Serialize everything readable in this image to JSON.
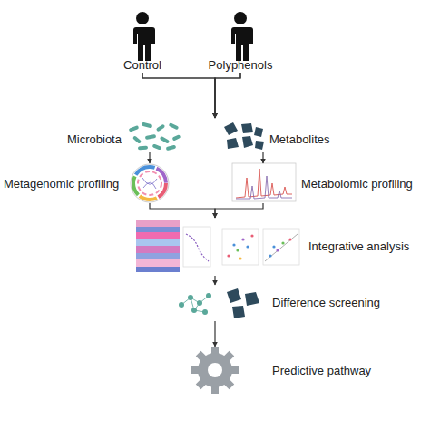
{
  "diagram": {
    "nodes": [
      {
        "text": [
          "Control"
        ]
      },
      {
        "text": [
          "Polyphenols"
        ]
      },
      {
        "text": [
          "Microbiota"
        ]
      },
      {
        "text": [
          "Metabolites"
        ]
      },
      {
        "text": [
          "Metagenomic profiling"
        ]
      },
      {
        "text": [
          "Metabolomic profiling"
        ]
      },
      {
        "text": [
          "Integrative analysis"
        ]
      },
      {
        "text": [
          "Difference screening"
        ]
      },
      {
        "text": [
          "Predictive pathway"
        ]
      }
    ],
    "edges": [
      {
        "from": 0,
        "to": 2,
        "arrow": "to"
      },
      {
        "from": 0,
        "to": 3,
        "arrow": "to"
      },
      {
        "from": 1,
        "to": 2,
        "arrow": "to"
      },
      {
        "from": 1,
        "to": 3,
        "arrow": "to"
      },
      {
        "from": 2,
        "to": 4,
        "arrow": "to"
      },
      {
        "from": 3,
        "to": 5,
        "arrow": "to"
      },
      {
        "from": 4,
        "to": 6,
        "arrow": "to"
      },
      {
        "from": 5,
        "to": 6,
        "arrow": "to"
      },
      {
        "from": 6,
        "to": 7,
        "arrow": "to"
      },
      {
        "from": 7,
        "to": 8,
        "arrow": "to"
      }
    ]
  }
}
